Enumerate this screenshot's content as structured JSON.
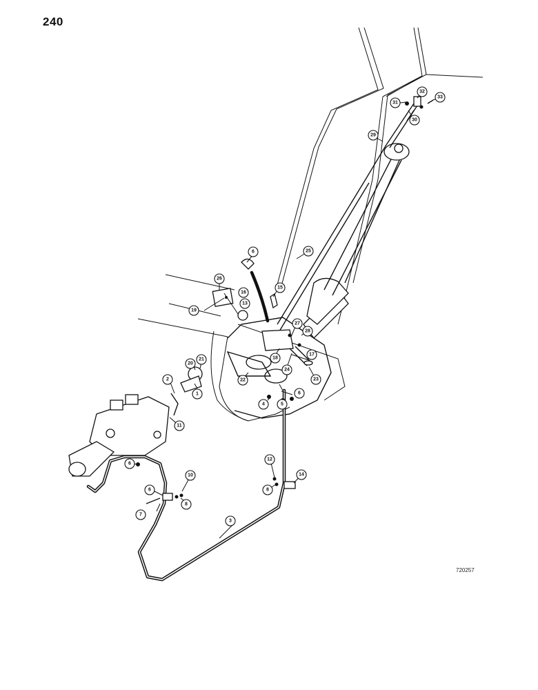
{
  "page": {
    "number": "240",
    "ref_code": "720257"
  },
  "callouts": [
    {
      "id": "1",
      "label": "1"
    },
    {
      "id": "2",
      "label": "2"
    },
    {
      "id": "3",
      "label": "3"
    },
    {
      "id": "4",
      "label": "4"
    },
    {
      "id": "5",
      "label": "5"
    },
    {
      "id": "6a",
      "label": "6"
    },
    {
      "id": "6b",
      "label": "6"
    },
    {
      "id": "6c",
      "label": "6"
    },
    {
      "id": "6d",
      "label": "6"
    },
    {
      "id": "7",
      "label": "7"
    },
    {
      "id": "8a",
      "label": "8"
    },
    {
      "id": "8b",
      "label": "8"
    },
    {
      "id": "10",
      "label": "10"
    },
    {
      "id": "11",
      "label": "11"
    },
    {
      "id": "12",
      "label": "12"
    },
    {
      "id": "13",
      "label": "13"
    },
    {
      "id": "14",
      "label": "14"
    },
    {
      "id": "15",
      "label": "15"
    },
    {
      "id": "16",
      "label": "16"
    },
    {
      "id": "17",
      "label": "17"
    },
    {
      "id": "18",
      "label": "18"
    },
    {
      "id": "19",
      "label": "19"
    },
    {
      "id": "20",
      "label": "20"
    },
    {
      "id": "21",
      "label": "21"
    },
    {
      "id": "22",
      "label": "22"
    },
    {
      "id": "23",
      "label": "23"
    },
    {
      "id": "24",
      "label": "24"
    },
    {
      "id": "25",
      "label": "25"
    },
    {
      "id": "26",
      "label": "26"
    },
    {
      "id": "27",
      "label": "27"
    },
    {
      "id": "28",
      "label": "28"
    },
    {
      "id": "29",
      "label": "29"
    },
    {
      "id": "30",
      "label": "30"
    },
    {
      "id": "31",
      "label": "31"
    },
    {
      "id": "32",
      "label": "32"
    },
    {
      "id": "33",
      "label": "33"
    }
  ]
}
